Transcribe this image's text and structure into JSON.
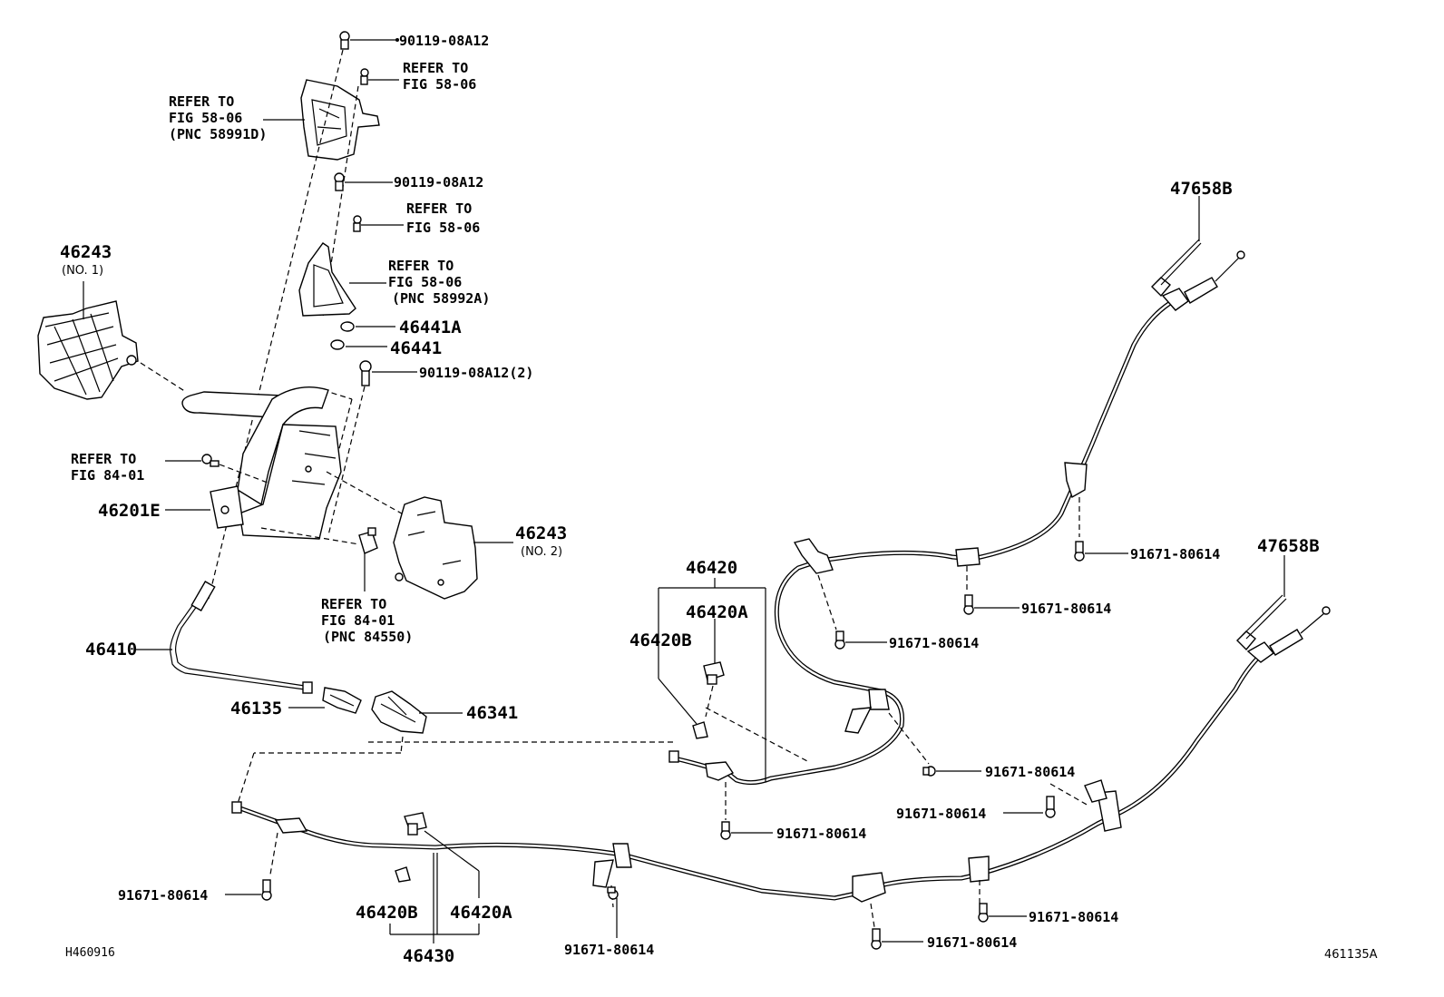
{
  "diagram": {
    "refs": {
      "bolt_90119_top": "90119-08A12",
      "bolt_90119_mid": "90119-08A12",
      "bolt_90119_low": "90119-08A12(2)",
      "refer_to_1": "REFER TO",
      "fig_58_06_1": "FIG 58-06",
      "refer_to_2": "REFER TO",
      "fig_58_06_2": "FIG 58-06",
      "pnc_58991d": "(PNC 58991D)",
      "refer_to_3": "REFER TO",
      "fig_58_06_3": "FIG 58-06",
      "refer_to_4": "REFER TO",
      "fig_58_06_4": "FIG 58-06",
      "pnc_58992a": "(PNC 58992A)",
      "refer_to_5": "REFER TO",
      "fig_84_01_1": "FIG 84-01",
      "refer_to_6": "REFER TO",
      "fig_84_01_2": "FIG 84-01",
      "pnc_84550": "(PNC 84550)"
    },
    "parts": {
      "p46243_1": "46243",
      "p46243_1_sub": "(NO. 1)",
      "p46243_2": "46243",
      "p46243_2_sub": "(NO. 2)",
      "p46441a": "46441A",
      "p46441": "46441",
      "p46201e": "46201E",
      "p46410": "46410",
      "p46135": "46135",
      "p46341": "46341",
      "p46420": "46420",
      "p46420a_top": "46420A",
      "p46420b_top": "46420B",
      "p46420b_bot": "46420B",
      "p46420a_bot": "46420A",
      "p46430": "46430",
      "p47658b_1": "47658B",
      "p47658b_2": "47658B"
    },
    "bolts": {
      "b1": "91671-80614",
      "b2": "91671-80614",
      "b3": "91671-80614",
      "b4": "91671-80614",
      "b5": "91671-80614",
      "b6": "91671-80614",
      "b7": "91671-80614",
      "b8": "91671-80614",
      "b9": "91671-80614",
      "b10": "91671-80614"
    },
    "footer": {
      "left_code": "H460916",
      "right_code": "461135A"
    }
  }
}
